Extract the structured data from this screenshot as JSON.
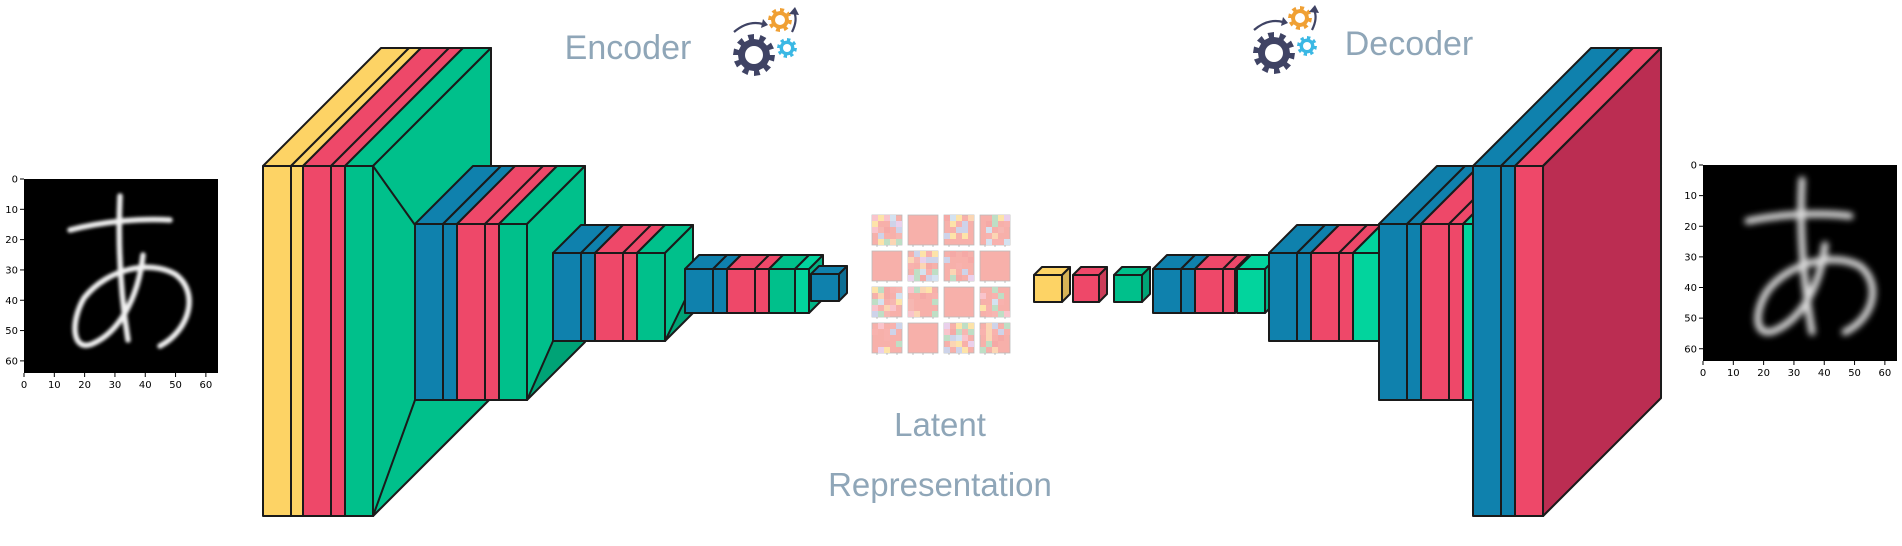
{
  "labels": {
    "encoder": "Encoder",
    "decoder": "Decoder",
    "latent_line1": "Latent",
    "latent_line2": "Representation"
  },
  "colors": {
    "yellow": "#fdd365",
    "red": "#ee4869",
    "green": "#00c08b",
    "blue": "#0f81ad",
    "mint": "#02d49d",
    "crimson": "#dc3560",
    "title": "#8fa6b8",
    "gear_dark": "#3f4364",
    "gear_orange": "#f0a034",
    "gear_blue": "#3bb8e4"
  },
  "input_image": {
    "x_ticks": [
      "0",
      "10",
      "20",
      "30",
      "40",
      "50",
      "60"
    ],
    "y_ticks": [
      "0",
      "10",
      "20",
      "30",
      "40",
      "50",
      "60"
    ]
  },
  "output_image": {
    "x_ticks": [
      "0",
      "10",
      "20",
      "30",
      "40",
      "50",
      "60"
    ],
    "y_ticks": [
      "0",
      "10",
      "20",
      "30",
      "40",
      "50",
      "60"
    ]
  },
  "icons": [
    "gears-icon",
    "gears-icon"
  ]
}
